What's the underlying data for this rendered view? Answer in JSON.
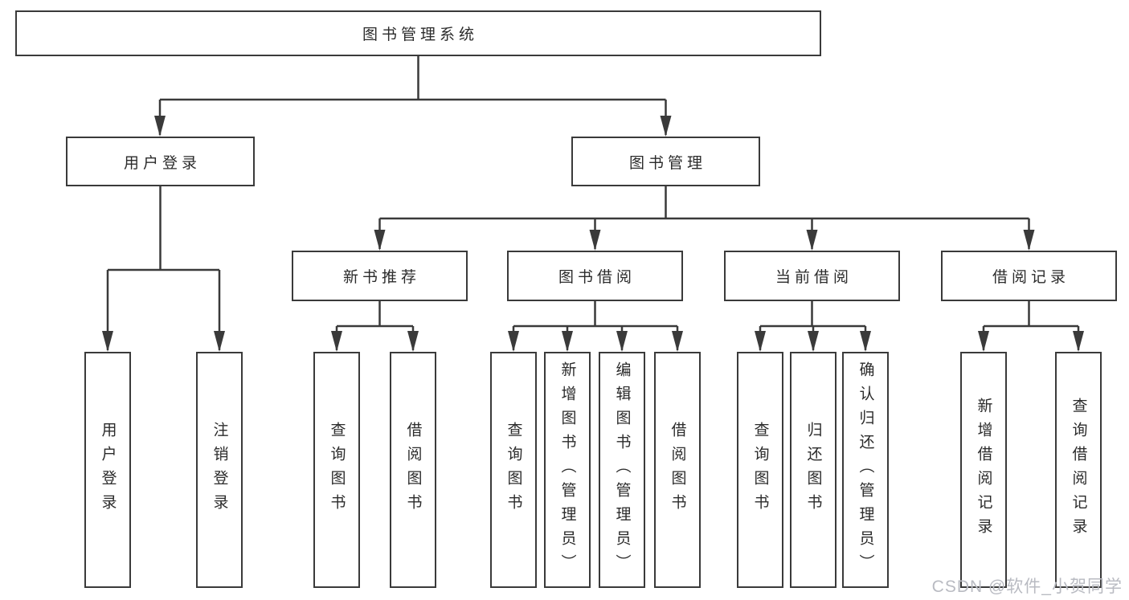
{
  "diagram_type": "hierarchy-tree",
  "tree": {
    "root": {
      "label": "图书管理系统",
      "children": [
        {
          "label": "用户登录",
          "children": [
            {
              "label": "用户登录"
            },
            {
              "label": "注销登录"
            }
          ]
        },
        {
          "label": "图书管理",
          "children": [
            {
              "label": "新书推荐",
              "children": [
                {
                  "label": "查询图书"
                },
                {
                  "label": "借阅图书"
                }
              ]
            },
            {
              "label": "图书借阅",
              "children": [
                {
                  "label": "查询图书"
                },
                {
                  "label": "新增图书（管理员）"
                },
                {
                  "label": "编辑图书（管理员）"
                },
                {
                  "label": "借阅图书"
                }
              ]
            },
            {
              "label": "当前借阅",
              "children": [
                {
                  "label": "查询图书"
                },
                {
                  "label": "归还图书"
                },
                {
                  "label": "确认归还（管理员）"
                }
              ]
            },
            {
              "label": "借阅记录",
              "children": [
                {
                  "label": "新增借阅记录"
                },
                {
                  "label": "查询借阅记录"
                }
              ]
            }
          ]
        }
      ]
    }
  },
  "watermark": "CSDN @软件_小贺同学",
  "colors": {
    "line": "#3a3a3a",
    "box_border": "#3a3a3a",
    "box_fill": "#ffffff",
    "text": "#2b2b2b",
    "watermark": "#b9bbc2",
    "background": "#ffffff"
  }
}
